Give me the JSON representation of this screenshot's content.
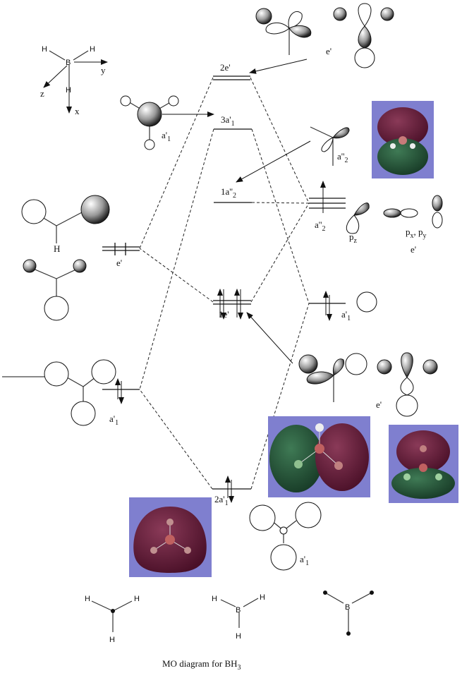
{
  "title": {
    "text": "MO diagram for BH",
    "sub": "3"
  },
  "axes": {
    "h1": "H",
    "h2": "H",
    "h3": "H",
    "b": "B",
    "x": "x",
    "y": "y",
    "z": "z"
  },
  "mo_levels": {
    "e2": "2e'",
    "a3": {
      "main": "3a'",
      "sub": "1"
    },
    "a2pp": {
      "main": "1a''",
      "sub": "2"
    },
    "e1": "1e'",
    "a2": {
      "main": "2a'",
      "sub": "1"
    }
  },
  "ligand_labels": {
    "e": "e'",
    "a1": {
      "main": "a'",
      "sub": "1"
    },
    "top_a1": {
      "main": "a'",
      "sub": "1"
    },
    "bottom_a1": {
      "main": "a'",
      "sub": "1"
    }
  },
  "boron_labels": {
    "top_e": "e'",
    "a2_upper": {
      "main": "a''",
      "sub": "2"
    },
    "a2_level": {
      "main": "a''",
      "sub": "2"
    },
    "pz": {
      "main": "p",
      "sub": "z"
    },
    "pxpy": {
      "p1": "p",
      "s1": "x",
      "mid": ", p",
      "s2": "y"
    },
    "e_p": "e'",
    "s_a1": {
      "main": "a'",
      "sub": "1"
    },
    "lower_e": "e'"
  },
  "structures": {
    "ch": [
      "H",
      "H",
      "H"
    ],
    "bh": [
      "H",
      "B",
      "H",
      "H"
    ],
    "b": "B"
  },
  "colors": {
    "mo_background": "#7f7fcf",
    "lobe_red": "#6a1f3a",
    "lobe_green": "#245a3a"
  }
}
